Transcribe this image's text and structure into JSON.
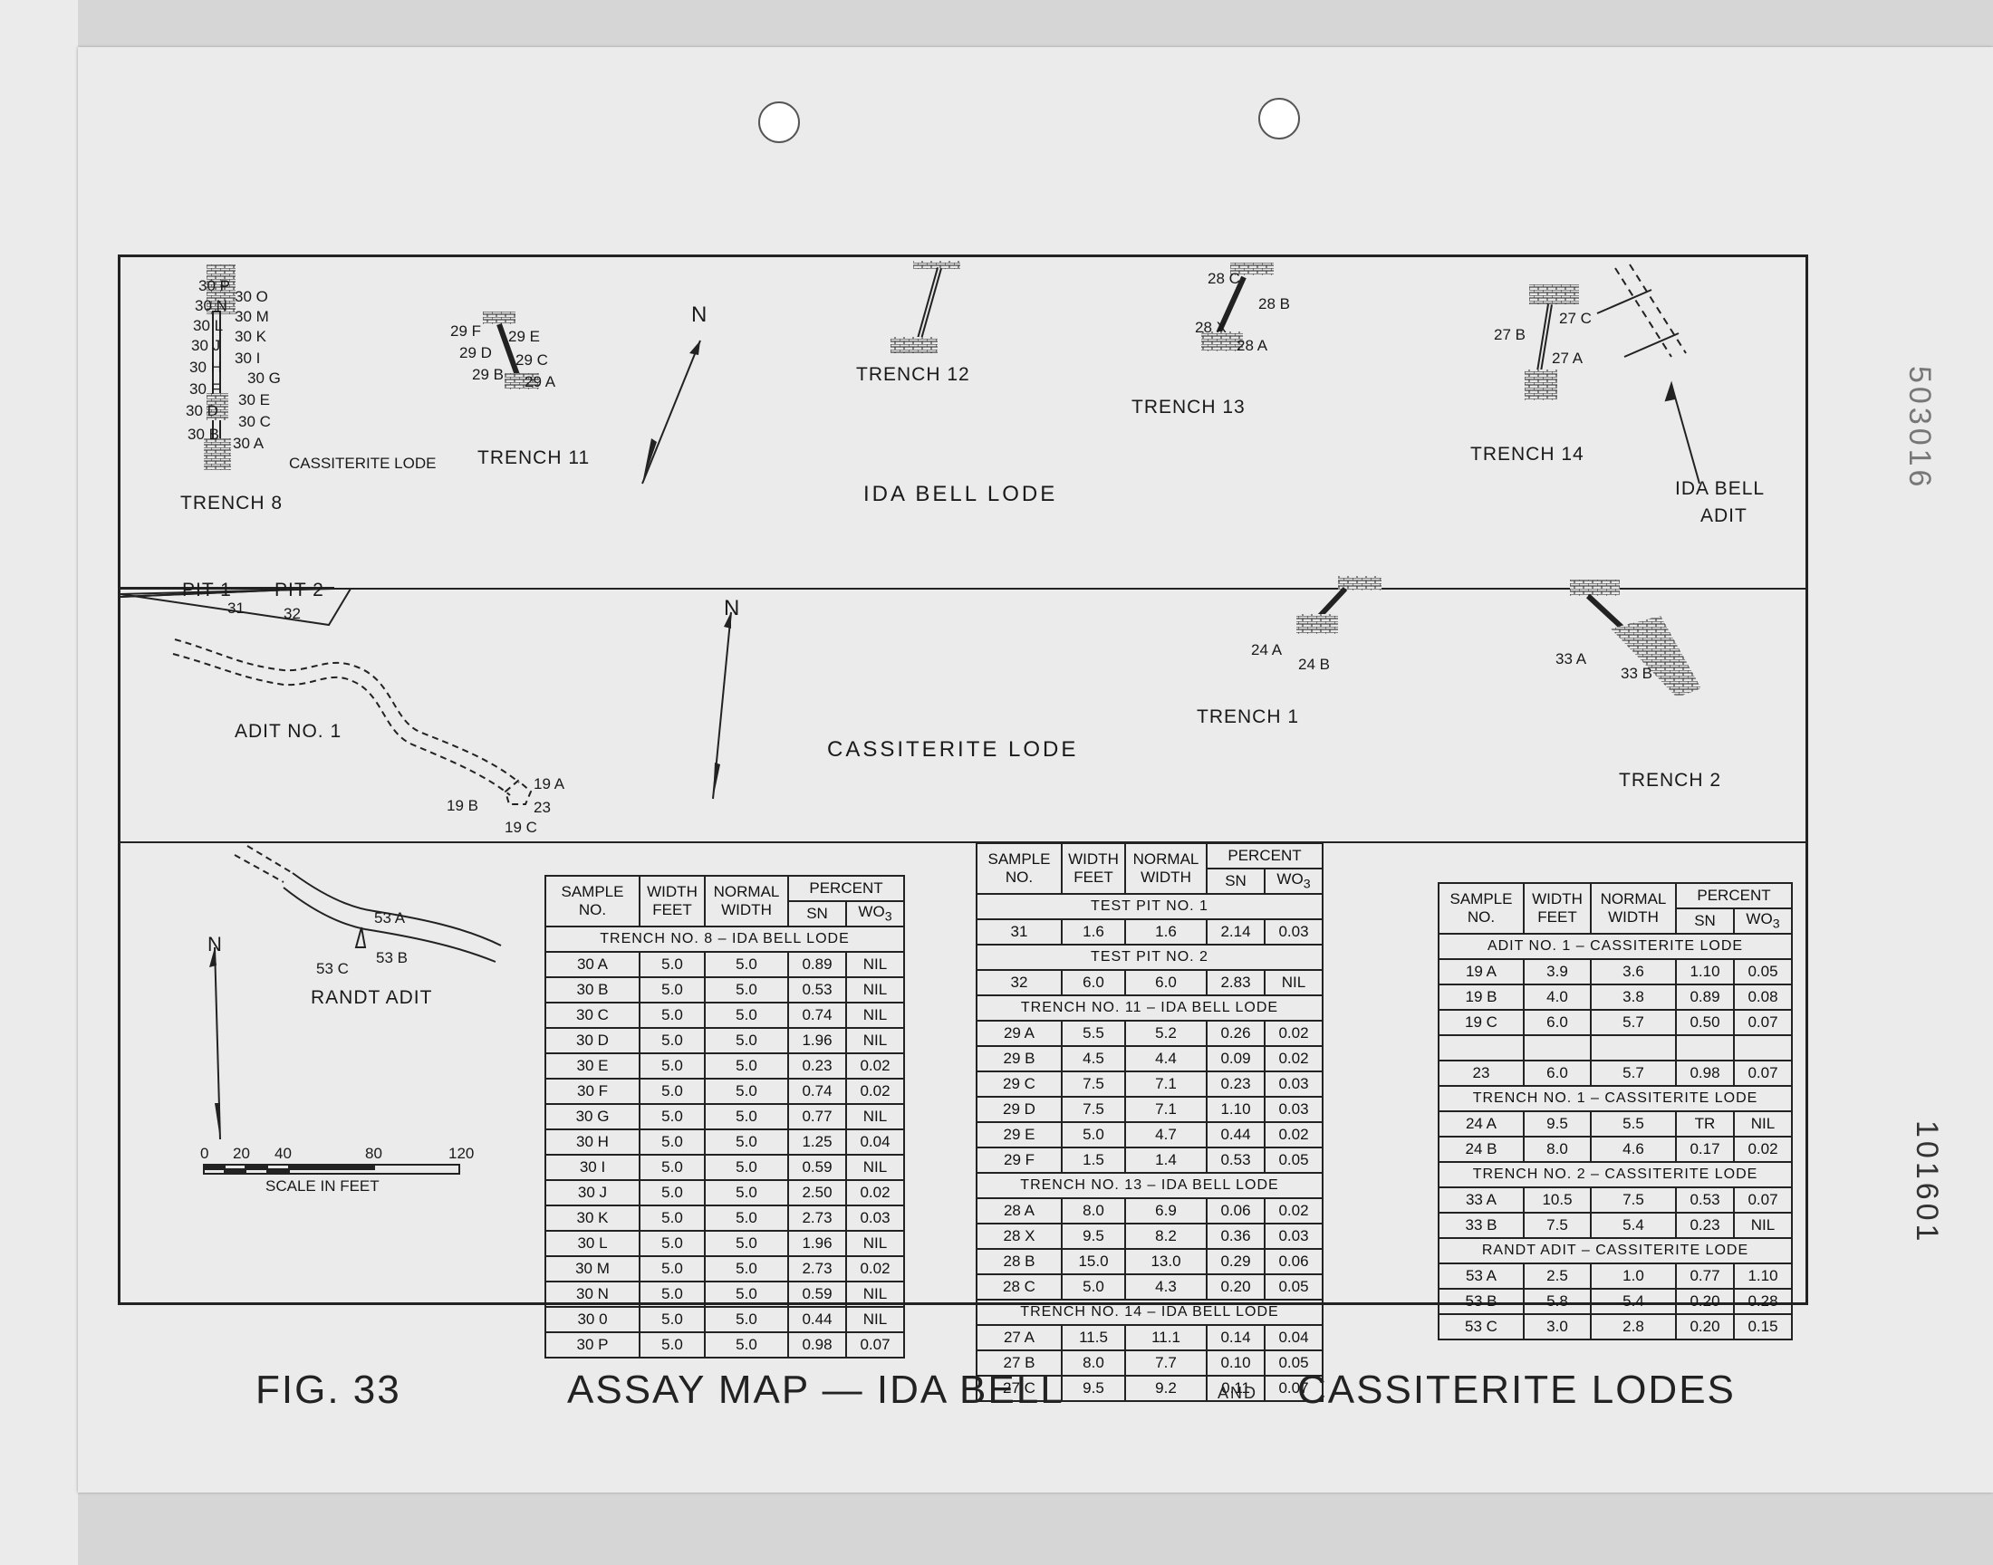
{
  "caption": {
    "fig": "FIG. 33",
    "title_left": "ASSAY MAP — IDA BELL",
    "and": "AND",
    "title_right": "CASSITERITE LODES"
  },
  "margin": {
    "number": "101601",
    "top_number": "503016"
  },
  "ida_bell": {
    "lode_title": "IDA BELL LODE",
    "cass_lode_label": "CASSITERITE LODE",
    "trench8": "TRENCH 8",
    "trench11": "TRENCH 11",
    "trench12": "TRENCH 12",
    "trench13": "TRENCH 13",
    "trench14": "TRENCH 14",
    "adit_line1": "IDA BELL",
    "adit_line2": "ADIT",
    "north": "N",
    "t8_left": [
      "30 P",
      "30 N",
      "30 L",
      "30 J",
      "30 H",
      "30 F",
      "30 D",
      "30 B"
    ],
    "t8_right": [
      "30 O",
      "30 M",
      "30 K",
      "30 I",
      "30 G",
      "30 E",
      "30 C",
      "30 A"
    ],
    "t11": [
      "29 F",
      "29 E",
      "29 D",
      "29 C",
      "29 B",
      "29 A"
    ],
    "t13": [
      "28 C",
      "28 B",
      "28 X",
      "28 A"
    ],
    "t14": [
      "27 B",
      "27 C",
      "27 A"
    ]
  },
  "cassiterite": {
    "lode_title": "CASSITERITE LODE",
    "pit1": "PIT 1",
    "pit2": "PIT 2",
    "s31": "31",
    "s32": "32",
    "adit1": "ADIT NO. 1",
    "trench1": "TRENCH 1",
    "trench2": "TRENCH 2",
    "north": "N",
    "samples": [
      "19 A",
      "19 B",
      "23",
      "19 C",
      "24 A",
      "24 B",
      "33 A",
      "33 B"
    ]
  },
  "randt": {
    "title": "RANDT ADIT",
    "north": "N",
    "samples": [
      "53 A",
      "53 C",
      "53 B"
    ],
    "scale_ticks": [
      "0",
      "20",
      "40",
      "80",
      "120"
    ],
    "scale_label": "SCALE IN FEET"
  },
  "tables": {
    "hdr": {
      "sample": "SAMPLE",
      "no": "NO.",
      "width": "WIDTH",
      "feet": "FEET",
      "normal": "NORMAL",
      "nwidth": "WIDTH",
      "percent": "PERCENT",
      "sn": "SN",
      "wo": "WO",
      "wo_sub": "3"
    },
    "t1": {
      "title": "TRENCH NO. 8 – IDA BELL LODE",
      "rows": [
        [
          "30 A",
          "5.0",
          "5.0",
          "0.89",
          "NIL"
        ],
        [
          "30 B",
          "5.0",
          "5.0",
          "0.53",
          "NIL"
        ],
        [
          "30 C",
          "5.0",
          "5.0",
          "0.74",
          "NIL"
        ],
        [
          "30 D",
          "5.0",
          "5.0",
          "1.96",
          "NIL"
        ],
        [
          "30 E",
          "5.0",
          "5.0",
          "0.23",
          "0.02"
        ],
        [
          "30 F",
          "5.0",
          "5.0",
          "0.74",
          "0.02"
        ],
        [
          "30 G",
          "5.0",
          "5.0",
          "0.77",
          "NIL"
        ],
        [
          "30 H",
          "5.0",
          "5.0",
          "1.25",
          "0.04"
        ],
        [
          "30 I",
          "5.0",
          "5.0",
          "0.59",
          "NIL"
        ],
        [
          "30 J",
          "5.0",
          "5.0",
          "2.50",
          "0.02"
        ],
        [
          "30 K",
          "5.0",
          "5.0",
          "2.73",
          "0.03"
        ],
        [
          "30 L",
          "5.0",
          "5.0",
          "1.96",
          "NIL"
        ],
        [
          "30 M",
          "5.0",
          "5.0",
          "2.73",
          "0.02"
        ],
        [
          "30 N",
          "5.0",
          "5.0",
          "0.59",
          "NIL"
        ],
        [
          "30 0",
          "5.0",
          "5.0",
          "0.44",
          "NIL"
        ],
        [
          "30 P",
          "5.0",
          "5.0",
          "0.98",
          "0.07"
        ]
      ]
    },
    "t2": {
      "sections": [
        {
          "title": "TEST PIT NO. 1",
          "rows": [
            [
              "31",
              "1.6",
              "1.6",
              "2.14",
              "0.03"
            ]
          ]
        },
        {
          "title": "TEST PIT NO. 2",
          "rows": [
            [
              "32",
              "6.0",
              "6.0",
              "2.83",
              "NIL"
            ]
          ]
        },
        {
          "title": "TRENCH NO. 11 – IDA BELL LODE",
          "rows": [
            [
              "29 A",
              "5.5",
              "5.2",
              "0.26",
              "0.02"
            ],
            [
              "29 B",
              "4.5",
              "4.4",
              "0.09",
              "0.02"
            ],
            [
              "29 C",
              "7.5",
              "7.1",
              "0.23",
              "0.03"
            ],
            [
              "29 D",
              "7.5",
              "7.1",
              "1.10",
              "0.03"
            ],
            [
              "29 E",
              "5.0",
              "4.7",
              "0.44",
              "0.02"
            ],
            [
              "29 F",
              "1.5",
              "1.4",
              "0.53",
              "0.05"
            ]
          ]
        },
        {
          "title": "TRENCH NO. 13 – IDA BELL LODE",
          "rows": [
            [
              "28 A",
              "8.0",
              "6.9",
              "0.06",
              "0.02"
            ],
            [
              "28 X",
              "9.5",
              "8.2",
              "0.36",
              "0.03"
            ],
            [
              "28 B",
              "15.0",
              "13.0",
              "0.29",
              "0.06"
            ],
            [
              "28 C",
              "5.0",
              "4.3",
              "0.20",
              "0.05"
            ]
          ]
        },
        {
          "title": "TRENCH NO. 14 – IDA BELL LODE",
          "rows": [
            [
              "27 A",
              "11.5",
              "11.1",
              "0.14",
              "0.04"
            ],
            [
              "27 B",
              "8.0",
              "7.7",
              "0.10",
              "0.05"
            ],
            [
              "27 C",
              "9.5",
              "9.2",
              "0.11",
              "0.07"
            ]
          ]
        }
      ]
    },
    "t3": {
      "sections": [
        {
          "title": "ADIT NO. 1 – CASSITERITE LODE",
          "rows": [
            [
              "19 A",
              "3.9",
              "3.6",
              "1.10",
              "0.05"
            ],
            [
              "19 B",
              "4.0",
              "3.8",
              "0.89",
              "0.08"
            ],
            [
              "19 C",
              "6.0",
              "5.7",
              "0.50",
              "0.07"
            ],
            [
              "",
              "",
              "",
              "",
              ""
            ],
            [
              "23",
              "6.0",
              "5.7",
              "0.98",
              "0.07"
            ]
          ]
        },
        {
          "title": "TRENCH NO. 1 – CASSITERITE LODE",
          "rows": [
            [
              "24 A",
              "9.5",
              "5.5",
              "TR",
              "NIL"
            ],
            [
              "24 B",
              "8.0",
              "4.6",
              "0.17",
              "0.02"
            ]
          ]
        },
        {
          "title": "TRENCH NO. 2 – CASSITERITE LODE",
          "rows": [
            [
              "33 A",
              "10.5",
              "7.5",
              "0.53",
              "0.07"
            ],
            [
              "33 B",
              "7.5",
              "5.4",
              "0.23",
              "NIL"
            ]
          ]
        },
        {
          "title": "RANDT ADIT – CASSITERITE LODE",
          "rows": [
            [
              "53 A",
              "2.5",
              "1.0",
              "0.77",
              "1.10"
            ],
            [
              "53 B",
              "5.8",
              "5.4",
              "0.20",
              "0.28"
            ],
            [
              "53 C",
              "3.0",
              "2.8",
              "0.20",
              "0.15"
            ]
          ]
        }
      ]
    }
  }
}
